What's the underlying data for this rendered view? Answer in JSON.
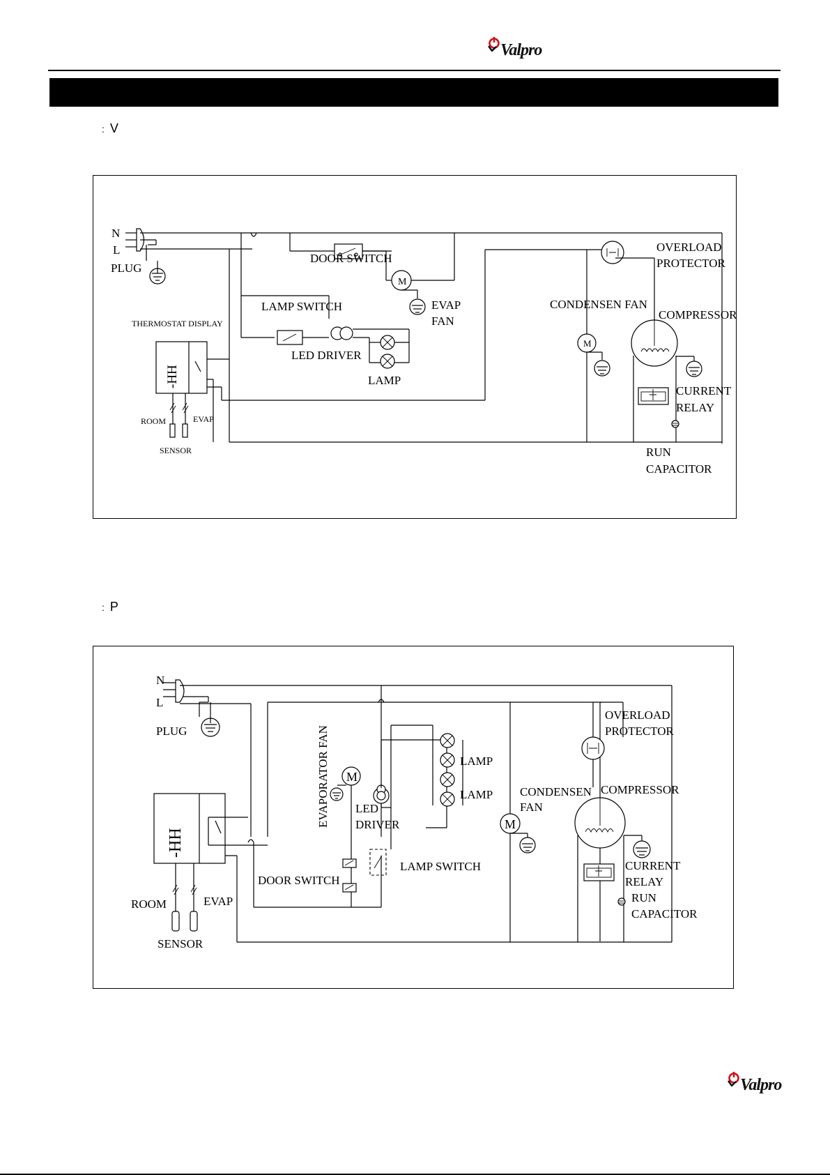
{
  "brand": {
    "name": "Valpro",
    "icon": "power-icon"
  },
  "captions": [
    {
      "bullet": ":",
      "text": "V"
    },
    {
      "bullet": ":",
      "text": "P"
    }
  ],
  "diagram1": {
    "n": "N",
    "l": "L",
    "plug": "PLUG",
    "door_switch": "DOOR SWITCH",
    "motor": "M",
    "evap": "EVAP",
    "fan": "FAN",
    "lamp_switch": "LAMP SWITCH",
    "thermostat_display": "THERMOSTAT DISPLAY",
    "display_digits": "-HH",
    "led_driver": "LED DRIVER",
    "lamp": "LAMP",
    "room": "ROOM",
    "sensor_evap": "EVAP",
    "sensor": "SENSOR",
    "condensen_fan": "CONDENSEN FAN",
    "overload": "OVERLOAD",
    "protector": "PROTECTOR",
    "compressor": "COMPRESSOR",
    "current": "CURRENT",
    "relay": "RELAY",
    "run": "RUN",
    "capacitor": "CAPACITOR"
  },
  "diagram2": {
    "n": "N",
    "l": "L",
    "plug": "PLUG",
    "evaporator_fan": "EVAPORATOR FAN",
    "motor": "M",
    "led": "LED",
    "driver": "DRIVER",
    "lamp1": "LAMP",
    "lamp2": "LAMP",
    "lamp_switch": "LAMP SWITCH",
    "door_switch": "DOOR SWITCH",
    "display_digits": "-HH",
    "room": "ROOM",
    "sensor_evap": "EVAP",
    "sensor": "SENSOR",
    "condensen": "CONDENSEN",
    "fan": "FAN",
    "overload": "OVERLOAD",
    "protector": "PROTECTOR",
    "compressor": "COMPRESSOR",
    "current": "CURRENT",
    "relay": "RELAY",
    "run": "RUN",
    "capacitor": "CAPACITOR"
  },
  "colors": {
    "ink": "#000000",
    "paper": "#ffffff",
    "logo_red": "#d0121b"
  }
}
